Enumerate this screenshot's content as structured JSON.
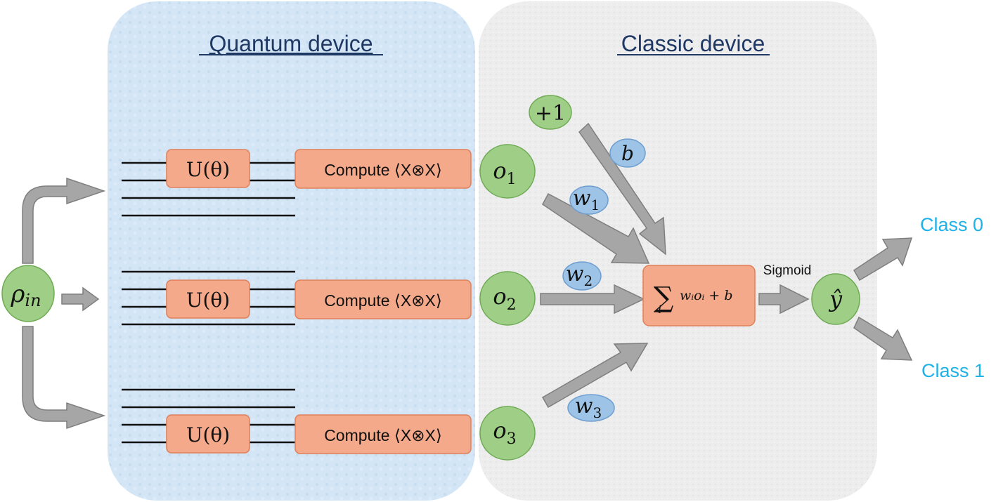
{
  "panels": {
    "quantum_title": "Quantum device",
    "classic_title": "Classic device"
  },
  "input": {
    "label": "ρin",
    "main": "ρ",
    "sub": "in"
  },
  "circuits": [
    {
      "gate": "U(θ)",
      "measure": "Compute ⟨X⊗X⟩",
      "output": {
        "main": "o",
        "sub": "1"
      },
      "weight": {
        "main": "w",
        "sub": "1"
      }
    },
    {
      "gate": "U(θ)",
      "measure": "Compute ⟨X⊗X⟩",
      "output": {
        "main": "o",
        "sub": "2"
      },
      "weight": {
        "main": "w",
        "sub": "2"
      }
    },
    {
      "gate": "U(θ)",
      "measure": "Compute ⟨X⊗X⟩",
      "output": {
        "main": "o",
        "sub": "3"
      },
      "weight": {
        "main": "w",
        "sub": "3"
      }
    }
  ],
  "bias": {
    "node": "+1",
    "weight": "b"
  },
  "sum_node": {
    "sigma": "∑",
    "index": "i",
    "expr": "wᵢoᵢ + b"
  },
  "activation": "Sigmoid",
  "prediction": "ŷ",
  "outputs": [
    "Class 0",
    "Class 1"
  ],
  "colors": {
    "quantum_bg": "#d3e6f7",
    "classic_bg": "#ececec",
    "orange_fill": "#f4a98a",
    "orange_stroke": "#e0805a",
    "green_fill": "#9fcf86",
    "green_stroke": "#6faa55",
    "blue_fill": "#9dc3e6",
    "blue_stroke": "#6f9fd0",
    "arrow_fill": "#a6a6a6",
    "arrow_stroke": "#7f7f7f",
    "title_color": "#1f3864",
    "class_color": "#1fb2e8"
  }
}
